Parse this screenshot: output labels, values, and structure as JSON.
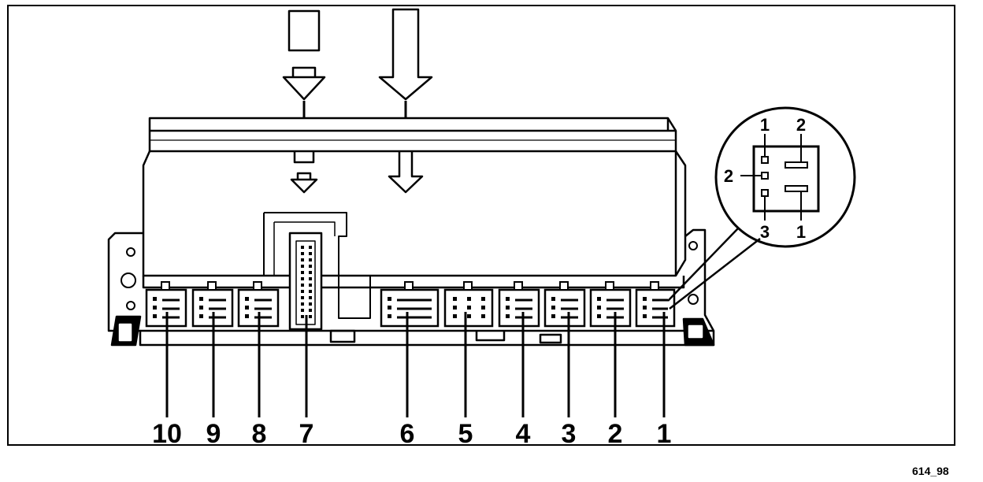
{
  "figure_code": "614_98",
  "connector_labels": [
    "10",
    "9",
    "8",
    "7",
    "6",
    "5",
    "4",
    "3",
    "2",
    "1"
  ],
  "detail_pins": {
    "top_left": "1",
    "top_right": "2",
    "left": "2",
    "bottom_left": "3",
    "bottom_right": "1"
  },
  "colors": {
    "line": "#000000",
    "background": "#ffffff"
  }
}
